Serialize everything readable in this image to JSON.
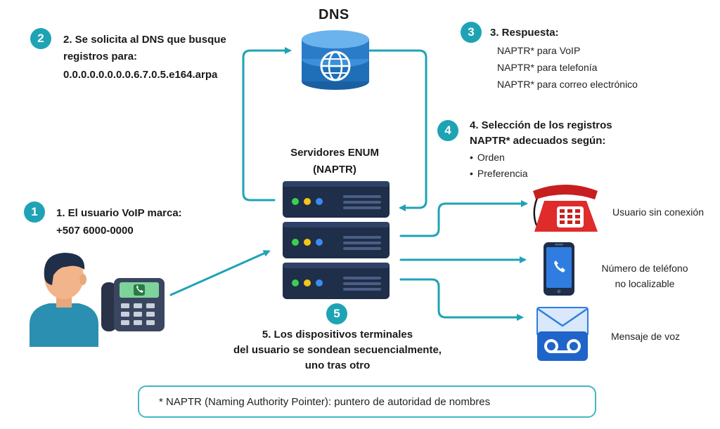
{
  "dns": {
    "title": "DNS"
  },
  "steps": {
    "step1": {
      "badge": "1",
      "title": "1. El usuario VoIP marca:",
      "number": "+507 6000-0000"
    },
    "step2": {
      "badge": "2",
      "line1": "2. Se solicita al DNS que busque",
      "line2": "registros para:",
      "domain": "0.0.0.0.0.0.0.0.6.7.0.5.e164.arpa"
    },
    "step3": {
      "badge": "3",
      "title": "3. Respuesta:",
      "items": [
        "NAPTR* para VoIP",
        "NAPTR* para telefonía",
        "NAPTR* para correo electrónico"
      ]
    },
    "step4": {
      "badge": "4",
      "line1": "4. Selección de los registros",
      "line2": "NAPTR* adecuados según:",
      "items": [
        "Orden",
        "Preferencia"
      ]
    },
    "step5": {
      "badge": "5",
      "line1": "5. Los dispositivos terminales",
      "line2": "del usuario se sondean secuencialmente,",
      "line3": "uno tras otro"
    }
  },
  "server": {
    "line1": "Servidores ENUM",
    "line2": "(NAPTR)"
  },
  "devices": [
    {
      "icon": "red-desk-phone-icon",
      "label_lines": [
        "Usuario sin conexión"
      ]
    },
    {
      "icon": "mobile-phone-icon",
      "label_lines": [
        "Número de teléfono",
        "no localizable"
      ]
    },
    {
      "icon": "voicemail-envelope-icon",
      "label_lines": [
        "Mensaje de voz"
      ]
    }
  ],
  "footnote": "* NAPTR (Naming Authority Pointer): puntero de autoridad de nombres",
  "colors": {
    "accent": "#1ea3b5",
    "dns_blue": "#1f6fb8",
    "server_dark": "#1f2e49",
    "phone_red": "#e02b2b",
    "led_green": "#3ccf4e",
    "led_yellow": "#f5c518",
    "led_blue": "#3b8cf0"
  }
}
